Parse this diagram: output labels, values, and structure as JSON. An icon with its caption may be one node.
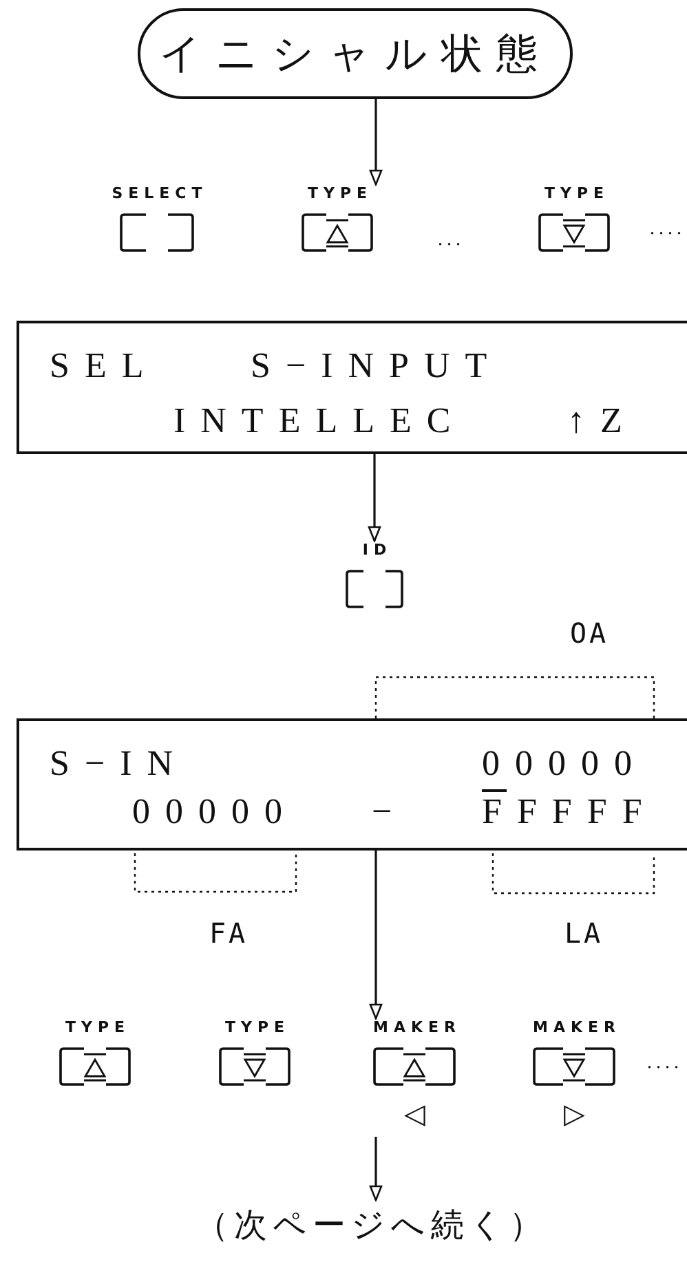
{
  "diagram": {
    "nodes": [
      {
        "text": [
          "イニシャル状態"
        ]
      },
      {
        "text": [
          "SELECT"
        ]
      },
      {
        "text": [
          "TYPE"
        ]
      },
      {
        "text": [
          "TYPE"
        ]
      },
      {
        "text": [
          "SEL",
          "S−INPUT",
          "INTELLEC",
          "↑Z"
        ]
      },
      {
        "text": [
          "ID"
        ]
      },
      {
        "text": [
          "S−IN",
          "00000",
          "00000",
          "−",
          "FFFFF"
        ]
      },
      {
        "text": [
          "TYPE"
        ]
      },
      {
        "text": [
          "TYPE"
        ]
      },
      {
        "text": [
          "MAKER"
        ],
        "beside": [
          "◁"
        ]
      },
      {
        "text": [
          "MAKER"
        ],
        "beside": [
          "▷"
        ]
      },
      {
        "text": [
          "（次ページへ続く）"
        ]
      }
    ],
    "edges": [
      {
        "from": 0,
        "to": 2,
        "arrow": "to"
      },
      {
        "from": 4,
        "to": 5,
        "arrow": "to"
      },
      {
        "from": 6,
        "to": 9,
        "arrow": "to"
      },
      {
        "from": null,
        "to": 11,
        "arrow": "to"
      }
    ],
    "labels": [
      "...",
      "....",
      "OA",
      "FA",
      "LA",
      "...."
    ]
  }
}
